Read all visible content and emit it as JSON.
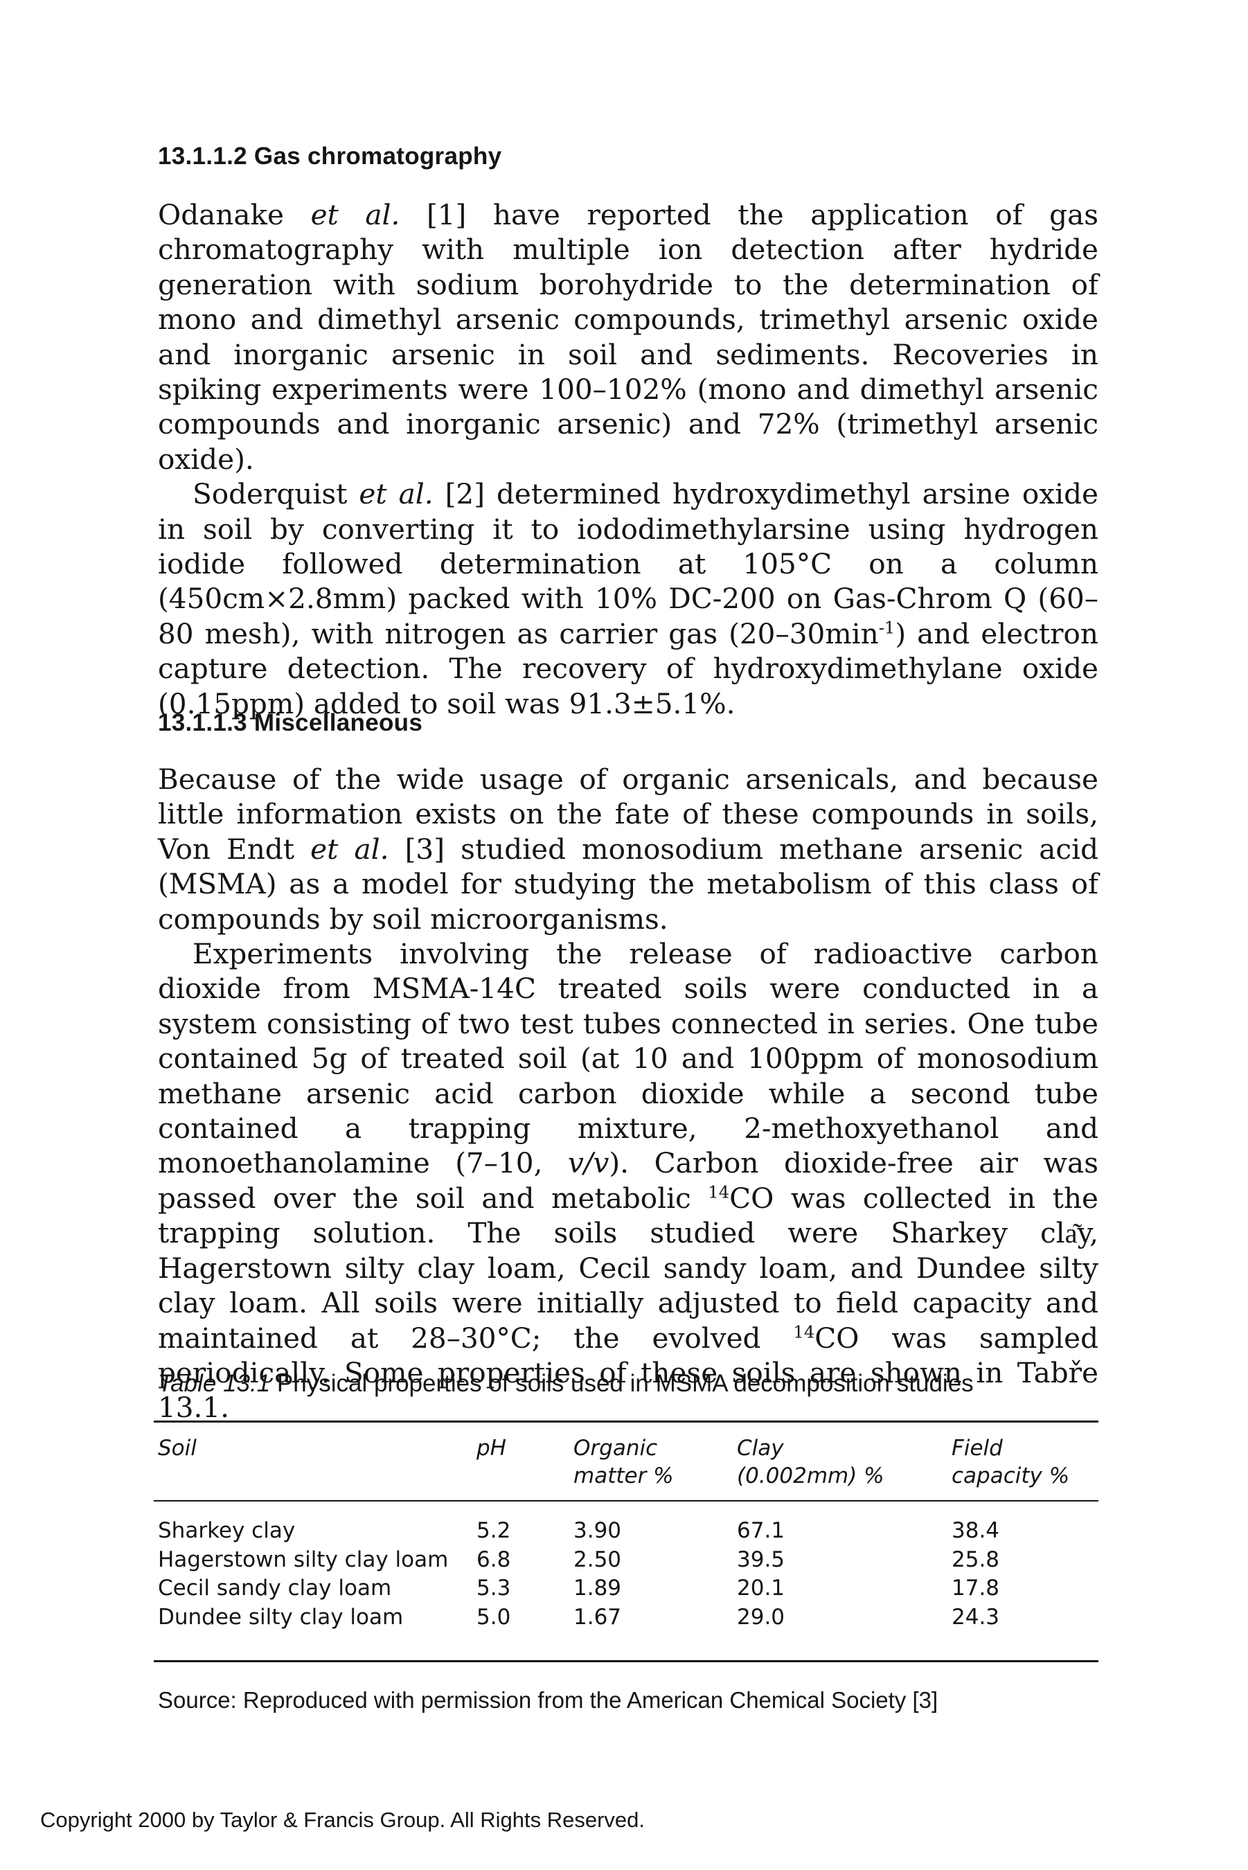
{
  "section_gc": {
    "heading": "13.1.1.2 Gas chromatography",
    "p1": {
      "a": "Odanake ",
      "etal": "et al.",
      "b": " [1] have reported the application of gas chromatography with multiple ion detection after hydride generation with sodium borohydride to the determination of mono and dimethyl arsenic compounds, trimethyl arsenic oxide and inorganic arsenic in soil and sediments. Recoveries in spiking experiments were 100–102% (mono and dimethyl arsenic compounds and inorganic arsenic) and 72% (trimethyl arsenic oxide)."
    },
    "p2": {
      "a": "Soderquist ",
      "etal": "et al.",
      "b": " [2] determined hydroxydimethyl arsine oxide in soil by converting it to iododimethylarsine using hydrogen iodide followed determination at 105°C on a column (450cm×2.8mm) packed with 10% DC-200 on Gas-Chrom Q (60–80 mesh), with nitrogen as carrier gas (20–30min",
      "sup": "-1",
      "c": ") and electron capture detection. The recovery of hydroxydimethylane oxide (0.15ppm) added to soil was 91.3±5.1%."
    }
  },
  "section_misc": {
    "heading": "13.1.1.3 Miscellaneous",
    "p1": {
      "a": "Because of the wide usage of organic arsenicals, and because little information exists on the fate of these compounds in soils, Von Endt ",
      "etal": "et al.",
      "b": " [3] studied monosodium methane arsenic acid (MSMA) as a model for studying the metabolism of this class of compounds by soil microorganisms."
    },
    "p2": {
      "a": "Experiments involving the release of radioactive carbon dioxide from MSMA-14C treated soils were conducted in a system consisting of two test tubes connected in series. One tube contained 5g of treated soil (at 10 and 100ppm of monosodium methane arsenic acid carbon dioxide while a second tube contained a trapping mixture, 2-methoxyethanol and monoethanolamine (7–10, ",
      "vv": "v/v",
      "b": "). Carbon dioxide-free air was passed over the soil and metabolic ",
      "sup1": "14",
      "c": "CO  was collected in the trapping solution. The soils studied were Sharkey cla͂y, Hagerstown silty clay loam, Cecil sandy loam, and Dundee silty clay loam. All soils were initially adjusted to field capacity and maintained at 28–30°C; the evolved ",
      "sup2": "14",
      "d": "CO  was sampled periodically. Some properties of these soils are shown in Tabře 13.1."
    }
  },
  "table": {
    "caption_label": "Table 13.1",
    "caption_text": " Physical properties of soils used in MSMA decomposition studies",
    "headers": [
      [
        "Soil",
        ""
      ],
      [
        "pH",
        ""
      ],
      [
        "Organic",
        "matter %"
      ],
      [
        "Clay",
        "(0.002mm) %"
      ],
      [
        "Field",
        "capacity %"
      ]
    ],
    "rows": [
      [
        "Sharkey clay",
        "5.2",
        "3.90",
        "67.1",
        "38.4"
      ],
      [
        "Hagerstown silty clay loam",
        "6.8",
        "2.50",
        "39.5",
        "25.8"
      ],
      [
        "Cecil sandy clay loam",
        "5.3",
        "1.89",
        "20.1",
        "17.8"
      ],
      [
        "Dundee silty clay loam",
        "5.0",
        "1.67",
        "29.0",
        "24.3"
      ]
    ],
    "source": "Source: Reproduced with permission from the American Chemical Society [3]"
  },
  "footer": {
    "copyright": "Copyright 2000 by Taylor & Francis Group. All Rights Reserved."
  }
}
